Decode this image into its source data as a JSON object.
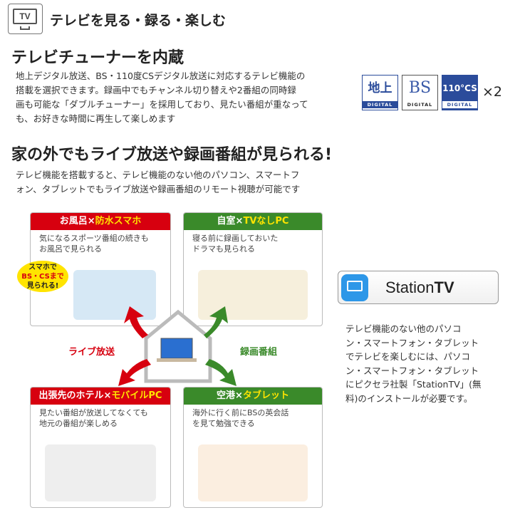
{
  "header": {
    "icon_label": "TV",
    "title": "テレビを見る・録る・楽しむ"
  },
  "tuner": {
    "title": "テレビチューナーを内蔵",
    "lines": [
      "地上デジタル放送、BS・110度CSデジタル放送に対応するテレビ機能の",
      "搭載を選択できます。録画中でもチャンネル切り替えや2番組の同時録",
      "画も可能な「ダブルチューナー」を採用しており、見たい番組が重なって",
      "も、お好きな時間に再生して楽しめます"
    ],
    "logos": [
      {
        "main": "地上",
        "sub": "DIGITAL"
      },
      {
        "main": "BS",
        "sub": "DIGITAL"
      },
      {
        "main": "110°CS",
        "sub": "DIGITAL"
      }
    ],
    "multiplier": "×2"
  },
  "remote": {
    "title": "家の外でもライブ放送や録画番組が見られる!",
    "lines": [
      "テレビ機能を搭載すると、テレビ機能のない他のパソコン、スマートフ",
      "ォン、タブレットでもライブ放送や録画番組のリモート視聴が可能です"
    ]
  },
  "panels": [
    {
      "title_a": "お風呂×",
      "title_b": "防水スマホ",
      "lines": [
        "気になるスポーツ番組の続きも",
        "お風呂で見られる"
      ]
    },
    {
      "title_a": "自室×",
      "title_b": "TVなしPC",
      "lines": [
        "寝る前に録画しておいた",
        "ドラマも見られる"
      ]
    },
    {
      "title_a": "出張先のホテル×",
      "title_b": "モバイルPC",
      "lines": [
        "見たい番組が放送してなくても",
        "地元の番組が楽しめる"
      ]
    },
    {
      "title_a": "空港×",
      "title_b": "タブレット",
      "lines": [
        "海外に行く前にBSの英会話",
        "を見て勉強できる"
      ]
    }
  ],
  "bubble": {
    "l1": "スマホで",
    "l2": "BS・CSまで",
    "l3": "見られる!"
  },
  "arrows": {
    "live": "ライブ放送",
    "recorded": "録画番組"
  },
  "colors": {
    "red": "#d7000f",
    "green": "#3a8a2a",
    "yellow": "#ffe400"
  },
  "stationtv": {
    "name_a": "Station",
    "name_b": "TV",
    "lines": [
      "テレビ機能のない他のパソコ",
      "ン・スマートフォン・タブレット",
      "でテレビを楽しむには、パソコ",
      "ン・スマートフォン・タブレット",
      "にピクセラ社製「StationTV」(無",
      "料)のインストールが必要です。"
    ]
  }
}
